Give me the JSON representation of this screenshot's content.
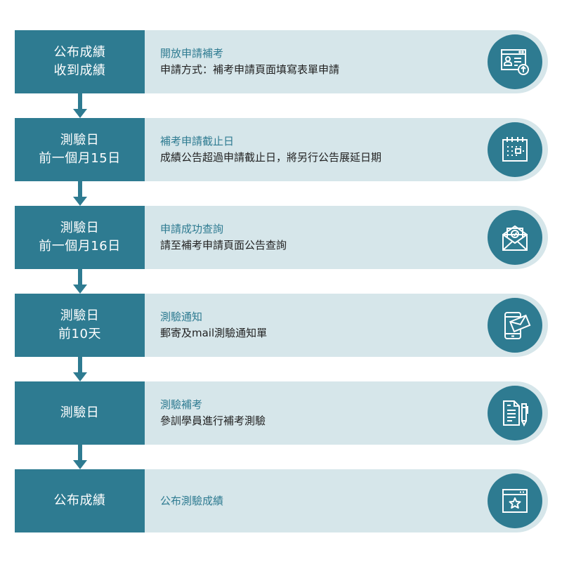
{
  "colors": {
    "primary": "#2e7b91",
    "light": "#d6e6ea",
    "text_dark": "#222222",
    "white": "#ffffff"
  },
  "steps": [
    {
      "when": [
        "公布成績",
        "收到成績"
      ],
      "title": "開放申請補考",
      "description": "申請方式：補考申請頁面填寫表單申請",
      "icon": "browser-user-upload-icon"
    },
    {
      "when": [
        "測驗日",
        "前一個月15日"
      ],
      "title": "補考申請截止日",
      "description": "成績公告超過申請截止日，將另行公告展延日期",
      "icon": "calendar-icon"
    },
    {
      "when": [
        "測驗日",
        "前一個月16日"
      ],
      "title": "申請成功查詢",
      "description": "請至補考申請頁面公告查詢",
      "icon": "envelope-check-icon"
    },
    {
      "when": [
        "測驗日",
        "前10天"
      ],
      "title": "測驗通知",
      "description": "郵寄及mail測驗通知單",
      "icon": "phone-mail-icon"
    },
    {
      "when": [
        "測驗日"
      ],
      "title": "測驗補考",
      "description": "參訓學員進行補考測驗",
      "icon": "document-pen-icon"
    },
    {
      "when": [
        "公布成績"
      ],
      "title": "公布測驗成績",
      "description": "",
      "icon": "browser-star-icon"
    }
  ]
}
